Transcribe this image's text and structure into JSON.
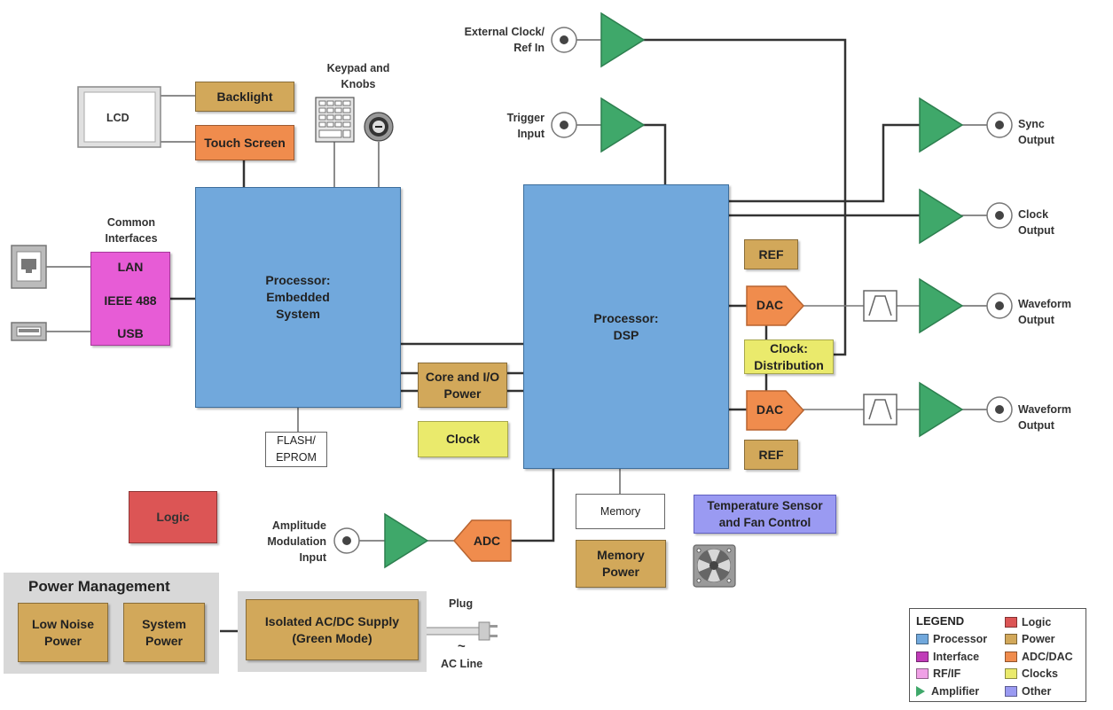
{
  "blocks": {
    "backlight": "Backlight",
    "touch_screen": "Touch Screen",
    "lcd": "LCD",
    "processor_embedded": "Processor:\nEmbedded\nSystem",
    "processor_dsp": "Processor:\nDSP",
    "lan": "LAN",
    "ieee488": "IEEE 488",
    "usb": "USB",
    "core_io_power": "Core and I/O\nPower",
    "clock": "Clock",
    "flash_eprom": "FLASH/\nEPROM",
    "logic": "Logic",
    "ref_top": "REF",
    "dac_top": "DAC",
    "clock_distribution": "Clock:\nDistribution",
    "dac_bottom": "DAC",
    "ref_bottom": "REF",
    "memory": "Memory",
    "memory_power": "Memory\nPower",
    "temp_sensor": "Temperature Sensor\nand Fan Control",
    "adc": "ADC",
    "low_noise_power": "Low Noise\nPower",
    "system_power": "System\nPower",
    "isolated_supply": "Isolated AC/DC Supply\n(Green Mode)"
  },
  "labels": {
    "keypad_knobs": "Keypad and\nKnobs",
    "common_interfaces": "Common\nInterfaces",
    "external_clock": "External Clock/\nRef In",
    "trigger_input": "Trigger\nInput",
    "sync_output": "Sync\nOutput",
    "clock_output": "Clock\nOutput",
    "waveform_output_1": "Waveform\nOutput",
    "waveform_output_2": "Waveform\nOutput",
    "amplitude_modulation": "Amplitude\nModulation\nInput",
    "plug": "Plug",
    "ac_symbol": "~",
    "ac_line": "AC Line",
    "power_management": "Power Management"
  },
  "legend": {
    "title": "LEGEND",
    "items": [
      {
        "label": "Processor",
        "color": "#71a8dc"
      },
      {
        "label": "Interface",
        "color": "#c03cb8"
      },
      {
        "label": "RF/IF",
        "color": "#f0a0e6"
      },
      {
        "label": "Amplifier",
        "color": "#3fa86a"
      },
      {
        "label": "Logic",
        "color": "#dc5555"
      },
      {
        "label": "Power",
        "color": "#d2a85a"
      },
      {
        "label": "ADC/DAC",
        "color": "#f08c4d"
      },
      {
        "label": "Clocks",
        "color": "#eaea6c"
      },
      {
        "label": "Other",
        "color": "#9a9af2"
      }
    ]
  },
  "colors": {
    "processor": "#71a8dc",
    "interface": "#e75cd6",
    "power": "#d2a85a",
    "adc_dac": "#f08c4d",
    "clocks": "#eaea6c",
    "logic": "#dc5555",
    "other": "#9a9af2",
    "amplifier": "#3fa86a"
  }
}
